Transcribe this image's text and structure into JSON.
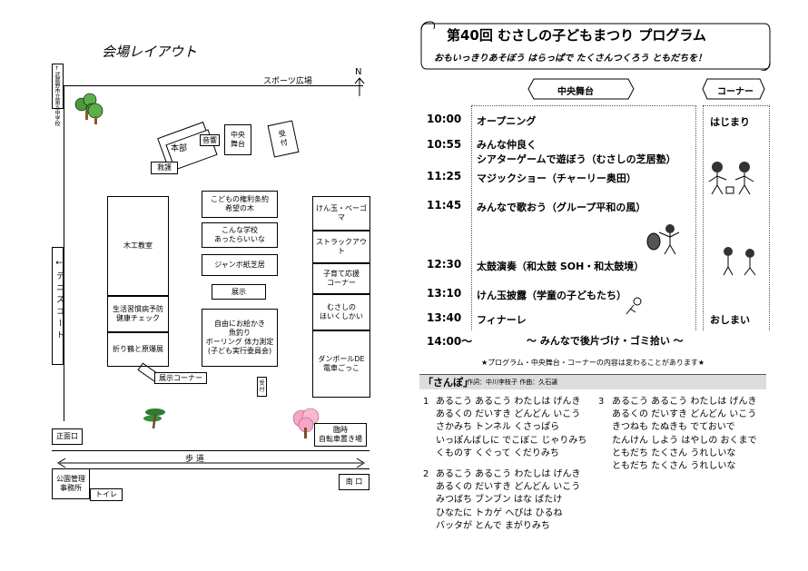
{
  "layout": {
    "title": "会場レイアウト",
    "north": "N",
    "sports_plaza": "スポーツ広場",
    "left_road": "↑武蔵野市立第五中学校",
    "tennis": "←テニスコート",
    "hq": "本部",
    "rescue": "救護",
    "sound": "音響",
    "main_stage": "中央\n舞台",
    "reception": "受\n付",
    "woodwork": "木工教室",
    "lifestyle": "生活習慣病予防\n健康チェック",
    "origami": "折り鶴と原爆展",
    "childrights": "こどもの権利条約\n希望の木",
    "wishschool": "こんな学校\nあったらいいな",
    "jumbo": "ジャンボ紙芝居",
    "exhibit": "展示",
    "activities": "自由にお絵かき\n魚釣り\nボーリング  体力測定\n(子ども実行委員会)",
    "kendama": "けん玉・ベーゴマ",
    "struck": "ストラックアウト",
    "parenting": "子育て応援\nコーナー",
    "musashi_hoikushi": "むさしの\nほいくしかい",
    "cardboard": "ダンボールDE\n電車ごっこ",
    "exhibit_corner": "展示コーナー",
    "reception2": "受\n付",
    "main_gate": "正面口",
    "bike": "臨時\n自転車置き場",
    "sidewalk": "歩    道",
    "park_office": "公園管理\n事務所",
    "toilet": "トイレ",
    "south_gate": "南    口"
  },
  "program": {
    "title": "第40回 むさしの子どもまつり  プログラム",
    "subtitle": "おもいっきりあそぼう はらっぱで  たくさんつくろう ともだちを！",
    "col_stage": "中央舞台",
    "col_corner": "コーナー",
    "items": [
      {
        "time": "10:00",
        "event": "オープニング"
      },
      {
        "time": "10:55",
        "event": "みんな仲良く\nシアターゲームで遊ぼう（むさしの芝居塾）"
      },
      {
        "time": "11:25",
        "event": "マジックショー（チャーリー奥田）"
      },
      {
        "time": "11:45",
        "event": "みんなで歌おう（グループ平和の風）"
      },
      {
        "time": "12:30",
        "event": "太鼓演奏（和太鼓 SOH・和太鼓境）"
      },
      {
        "time": "13:10",
        "event": "けん玉披露（学童の子どもたち）"
      },
      {
        "time": "13:40",
        "event": "フィナーレ"
      }
    ],
    "corner_start": "はじまり",
    "corner_end": "おしまい",
    "closing_time": "14:00～",
    "closing_event": "～  みんなで後片づけ・ゴミ拾い  ～",
    "notice": "★プログラム・中央舞台・コーナーの内容は変わることがあります★"
  },
  "song": {
    "title": "「さんぽ」",
    "credits": "作詞：中川李枝子  作曲：久石譲",
    "verses": [
      {
        "num": "1",
        "lines": "あるこう あるこう わたしは げんき\nあるくの だいすき どんどん いこう\nさかみち トンネル くさっぱら\nいっぽんばしに でこぼこ じゃりみち\nくものす くぐって くだりみち"
      },
      {
        "num": "2",
        "lines": "あるこう あるこう わたしは げんき\nあるくの だいすき どんどん いこう\nみつばち ブンブン はな ばたけ\nひなたに トカゲ へびは ひるね\nバッタが とんで まがりみち"
      },
      {
        "num": "3",
        "lines": "あるこう あるこう わたしは げんき\nあるくの だいすき どんどん いこう\nきつねも たぬきも でておいで\nたんけん しよう はやしの おくまで\nともだち たくさん うれしいな\nともだち たくさん うれしいな"
      }
    ]
  }
}
